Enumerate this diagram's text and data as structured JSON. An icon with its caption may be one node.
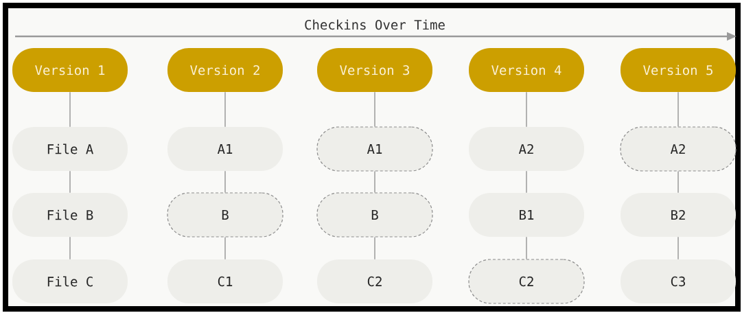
{
  "diagram": {
    "nodes": [
      {
        "text": [
          "Version 1"
        ]
      },
      {
        "text": [
          "Version 2"
        ]
      },
      {
        "text": [
          "Version 3"
        ]
      },
      {
        "text": [
          "Version 4"
        ]
      },
      {
        "text": [
          "Version 5"
        ]
      },
      {
        "text": [
          "File A"
        ]
      },
      {
        "text": [
          "A1"
        ]
      },
      {
        "text": [
          "A1"
        ]
      },
      {
        "text": [
          "A2"
        ]
      },
      {
        "text": [
          "A2"
        ]
      },
      {
        "text": [
          "File B"
        ]
      },
      {
        "text": [
          "B"
        ]
      },
      {
        "text": [
          "B"
        ]
      },
      {
        "text": [
          "B1"
        ]
      },
      {
        "text": [
          "B2"
        ]
      },
      {
        "text": [
          "File C"
        ]
      },
      {
        "text": [
          "C1"
        ]
      },
      {
        "text": [
          "C2"
        ]
      },
      {
        "text": [
          "C2"
        ]
      },
      {
        "text": [
          "C3"
        ]
      }
    ],
    "edges": [
      {
        "from": 0,
        "to": 5,
        "arrow": "none"
      },
      {
        "from": 1,
        "to": 6,
        "arrow": "none"
      },
      {
        "from": 2,
        "to": 7,
        "arrow": "none"
      },
      {
        "from": 3,
        "to": 8,
        "arrow": "none"
      },
      {
        "from": 4,
        "to": 9,
        "arrow": "none"
      },
      {
        "from": 5,
        "to": 10,
        "arrow": "none"
      },
      {
        "from": 6,
        "to": 11,
        "arrow": "none"
      },
      {
        "from": 7,
        "to": 12,
        "arrow": "none"
      },
      {
        "from": 8,
        "to": 13,
        "arrow": "none"
      },
      {
        "from": 9,
        "to": 14,
        "arrow": "none"
      },
      {
        "from": 10,
        "to": 15,
        "arrow": "none"
      },
      {
        "from": 11,
        "to": 16,
        "arrow": "none"
      },
      {
        "from": 12,
        "to": 17,
        "arrow": "none"
      },
      {
        "from": 13,
        "to": 18,
        "arrow": "none"
      },
      {
        "from": 14,
        "to": 19,
        "arrow": "none"
      }
    ],
    "labels": [
      "Checkins Over Time"
    ]
  }
}
